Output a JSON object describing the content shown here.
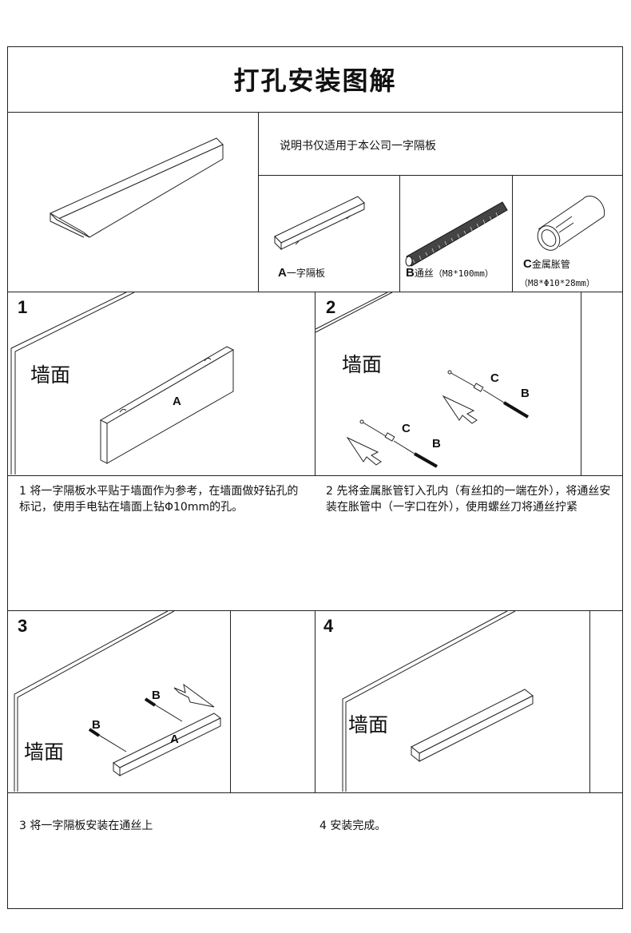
{
  "title": "打孔安装图解",
  "note": "说明书仅适用于本公司一字隔板",
  "parts": [
    {
      "letter": "A",
      "name": "一字隔板",
      "spec": ""
    },
    {
      "letter": "B",
      "name": "通丝",
      "spec": "（M8*100mm）"
    },
    {
      "letter": "C",
      "name": "金属胀管",
      "spec": "（M8*Φ10*28mm）"
    }
  ],
  "steps": [
    {
      "num": "1",
      "desc": "1 将一字隔板水平贴于墙面作为参考，在墙面做好钻孔的标记，使用手电钻在墙面上钻Φ10mm的孔。"
    },
    {
      "num": "2",
      "desc": "2 先将金属胀管钉入孔内（有丝扣的一端在外），将通丝安装在胀管中（一字口在外），使用螺丝刀将通丝拧紧"
    },
    {
      "num": "3",
      "desc": "3 将一字隔板安装在通丝上"
    },
    {
      "num": "4",
      "desc": "4 安装完成。"
    }
  ],
  "wall_label": "墙面",
  "label_a": "A",
  "label_b": "B",
  "label_c": "C",
  "colors": {
    "line": "#222222",
    "background": "#ffffff"
  }
}
